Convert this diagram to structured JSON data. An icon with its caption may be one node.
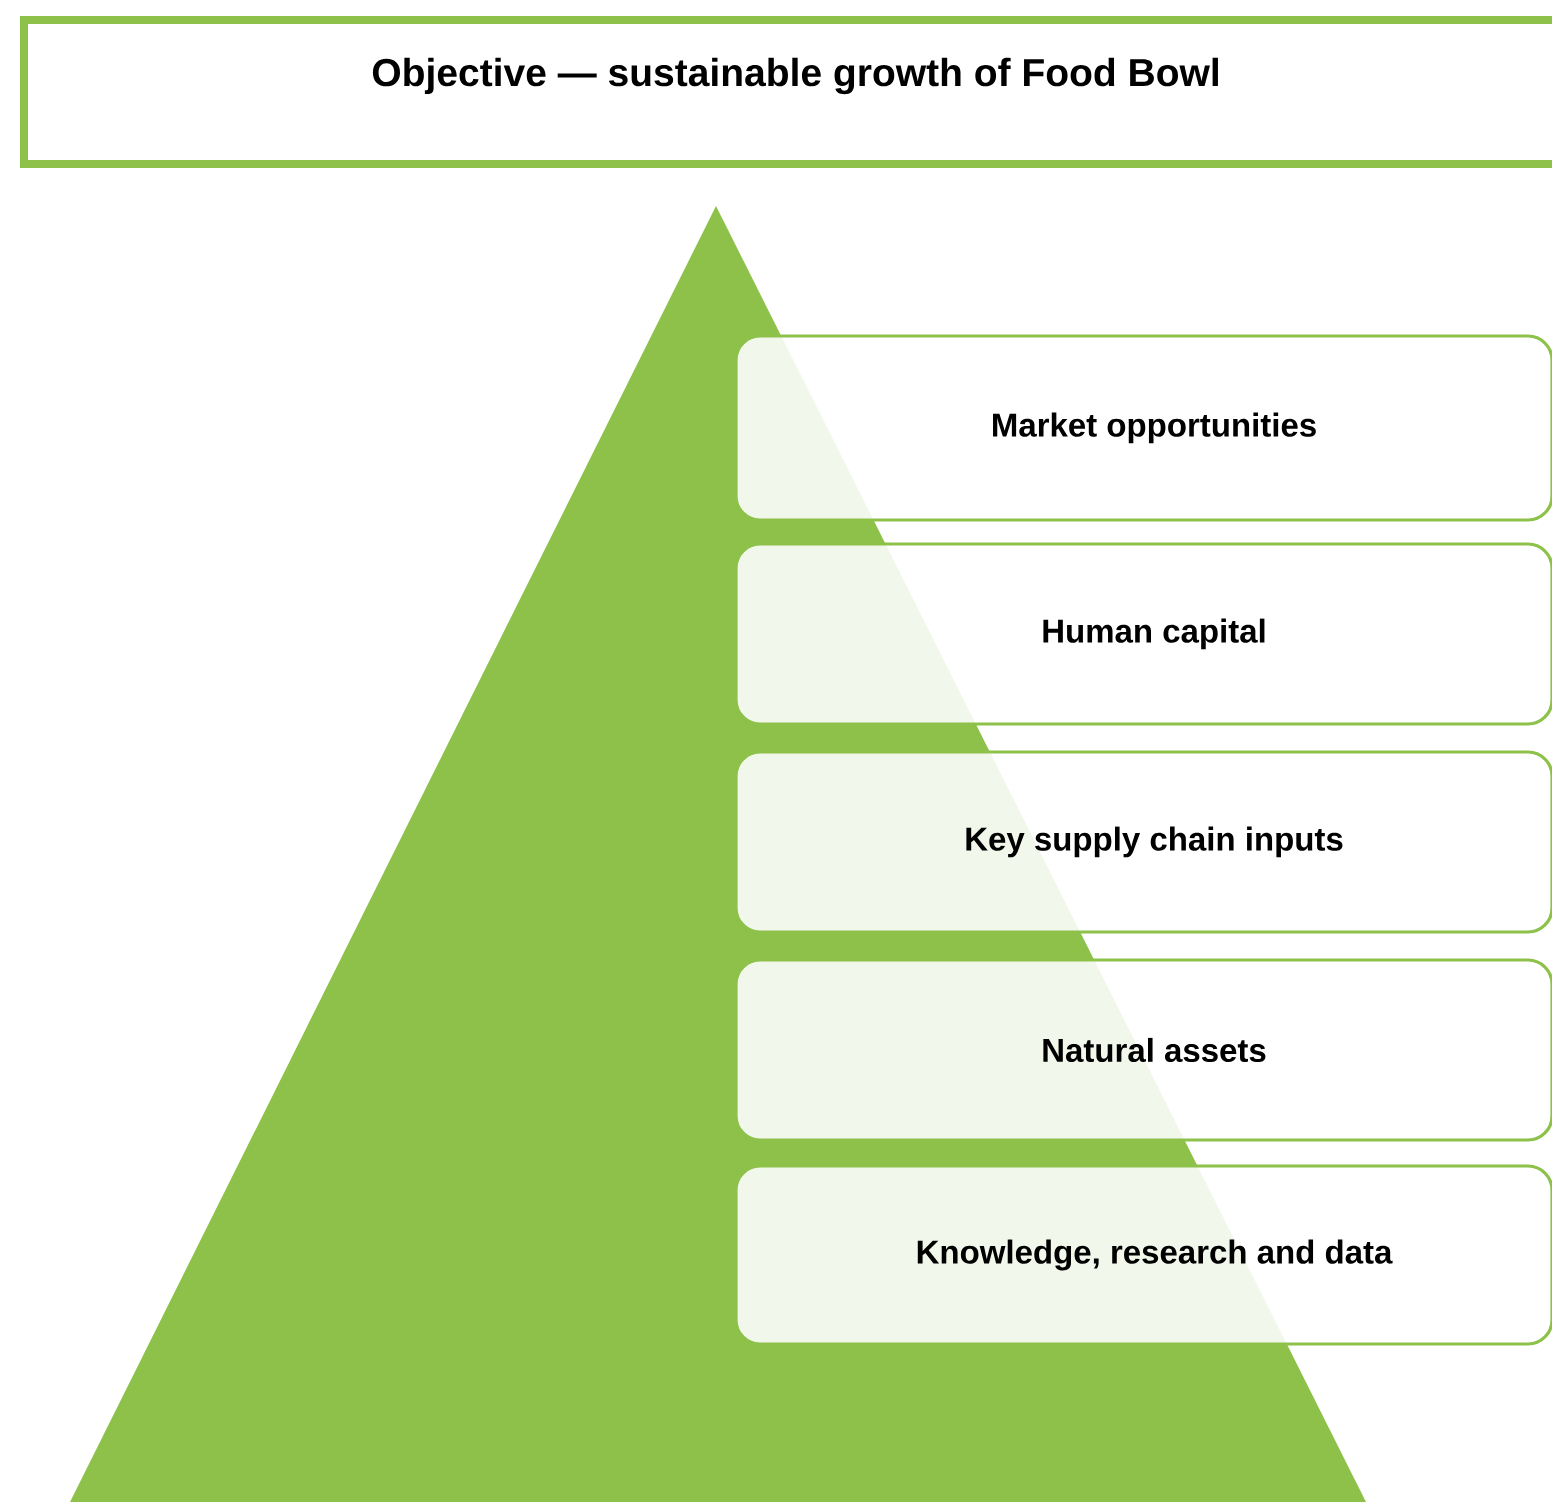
{
  "diagram": {
    "nodes": [
      {
        "text": [
          "Objective — sustainable growth of Food Bowl"
        ]
      },
      {
        "text": [],
        "shape": "triangle"
      },
      {
        "text": [
          "Market opportunities"
        ]
      },
      {
        "text": [
          "Human capital"
        ]
      },
      {
        "text": [
          "Key supply chain inputs"
        ]
      },
      {
        "text": [
          "Natural assets"
        ]
      },
      {
        "text": [
          "Knowledge, research and data"
        ]
      }
    ]
  }
}
